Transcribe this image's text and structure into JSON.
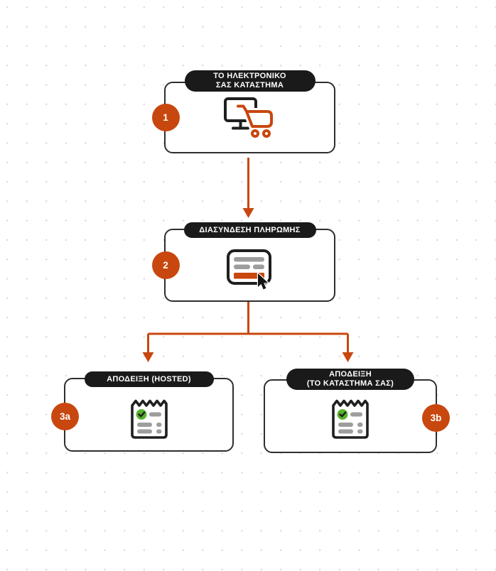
{
  "diagram": {
    "colors": {
      "accent": "#C8470E",
      "node_border": "#2E2E2E",
      "pill_bg": "#1A1A1A",
      "pill_text": "#FFFFFF",
      "bar_gray": "#9D9D9D",
      "check_green": "#57B32C",
      "icon_dark": "#1F1F1F",
      "background_dot": "#DCDCDC"
    },
    "nodes": [
      {
        "badge": "1",
        "label_lines": [
          "ΤΟ ΗΛΕΚΤΡΟΝΙΚΟ",
          "ΣΑΣ ΚΑΤΑΣΤΗΜΑ"
        ],
        "icon": "monitor-cart-icon"
      },
      {
        "badge": "2",
        "label_lines": [
          "ΔΙΑΣΥΝΔΕΣΗ ΠΛΗΡΩΜΗΣ"
        ],
        "icon": "payment-form-cursor-icon"
      },
      {
        "badge": "3a",
        "label_lines": [
          "ΑΠΟΔΕΙΞΗ (HOSTED)"
        ],
        "icon": "receipt-check-icon"
      },
      {
        "badge": "3b",
        "label_lines": [
          "ΑΠΟΔΕΙΞΗ",
          "(ΤΟ ΚΑΤΑΣΤΗΜΑ ΣΑΣ)"
        ],
        "icon": "receipt-check-icon"
      }
    ],
    "edges": [
      {
        "from": "1",
        "to": "2"
      },
      {
        "from": "2",
        "to": "3a"
      },
      {
        "from": "2",
        "to": "3b"
      }
    ]
  }
}
